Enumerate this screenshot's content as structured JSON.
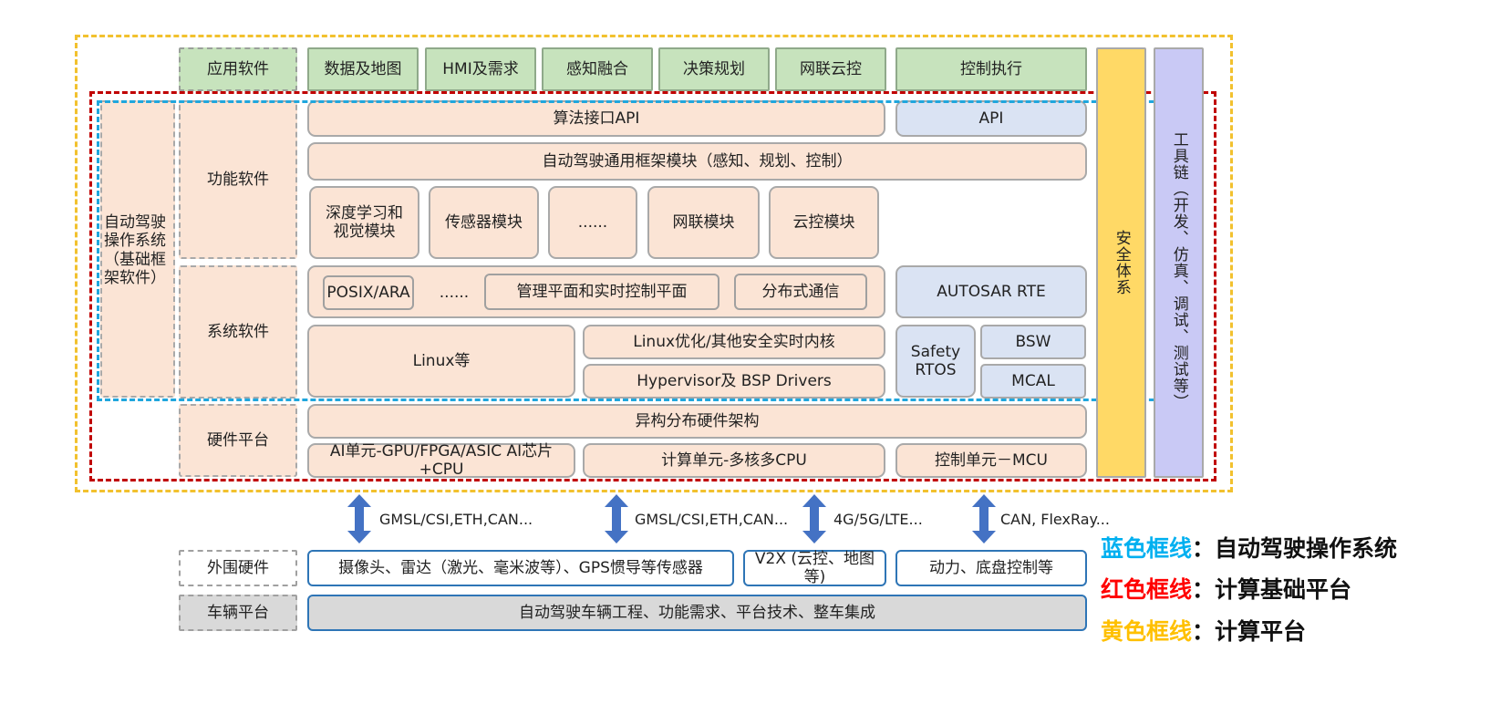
{
  "app_software": {
    "label": "应用软件",
    "items": [
      "数据及地图",
      "HMI及需求",
      "感知融合",
      "决策规划",
      "网联云控",
      "控制执行"
    ]
  },
  "os_label": "自动驾驶操作系统（基础框架软件）",
  "function_software": {
    "label": "功能软件",
    "algo_api": "算法接口API",
    "api": "API",
    "framework": "自动驾驶通用框架模块（感知、规划、控制）",
    "modules": [
      "深度学习和视觉模块",
      "传感器模块",
      "......",
      "网联模块",
      "云控模块"
    ]
  },
  "system_software": {
    "label": "系统软件",
    "posix": "POSIX/ARA",
    "dots": "......",
    "mgmt": "管理平面和实时控制平面",
    "dist": "分布式通信",
    "autosar": "AUTOSAR RTE",
    "linux": "Linux等",
    "linux_opt": "Linux优化/其他安全实时内核",
    "hypervisor": "Hypervisor及 BSP Drivers",
    "safety_rtos": "Safety RTOS",
    "bsw": "BSW",
    "mcal": "MCAL"
  },
  "hardware_platform": {
    "label": "硬件平台",
    "hetero": "异构分布硬件架构",
    "ai_unit": "AI单元-GPU/FPGA/ASIC AI芯片+CPU",
    "compute_unit": "计算单元-多核多CPU",
    "control_unit": "控制单元－MCU"
  },
  "safety_system": "安全体系",
  "toolchain": "工具链（开发、仿真、调试、测试等）",
  "interfaces": [
    "GMSL/CSI,ETH,CAN...",
    "GMSL/CSI,ETH,CAN...",
    "4G/5G/LTE...",
    "CAN, FlexRay..."
  ],
  "peripheral": {
    "label": "外围硬件",
    "sensors": "摄像头、雷达（激光、毫米波等）、GPS惯导等传感器",
    "v2x": "V2X (云控、地图等)",
    "power": "动力、底盘控制等"
  },
  "vehicle": {
    "label": "车辆平台",
    "content": "自动驾驶车辆工程、功能需求、平台技术、整车集成"
  },
  "legend": [
    {
      "name": "蓝色框线",
      "desc": "：自动驾驶操作系统",
      "color": "#00b0f0"
    },
    {
      "name": "红色框线",
      "desc": "：计算基础平台",
      "color": "#ff0000"
    },
    {
      "name": "黄色框线",
      "desc": "：计算平台",
      "color": "#ffc000"
    }
  ],
  "colors": {
    "blue_frame": "#1fa6dd",
    "red_frame": "#c00000",
    "yellow_frame": "#f2c12e",
    "arrow": "#4472c4"
  }
}
